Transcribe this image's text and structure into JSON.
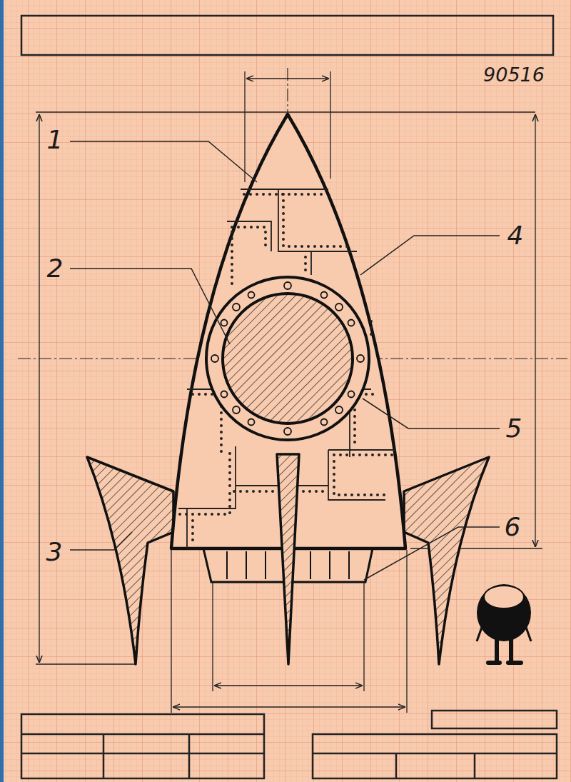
{
  "diagram": {
    "labels": [
      "90516",
      "1",
      "2",
      "3",
      "4",
      "5",
      "6"
    ]
  }
}
